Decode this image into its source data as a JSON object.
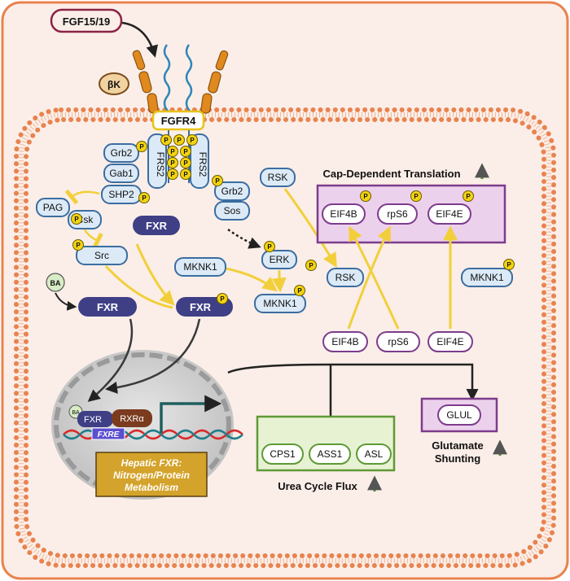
{
  "ligand": "FGF15/19",
  "klotho": "βK",
  "receptor": "FGFR4",
  "adaptors": {
    "grb2_left": "Grb2",
    "gab1": "Gab1",
    "shp2": "SHP2",
    "frs2_left": "FRS2",
    "frs2_right": "FRS2",
    "grb2_right": "Grb2",
    "sos": "Sos",
    "pag": "PAG",
    "csk": "Csk",
    "src": "Src"
  },
  "phospho": "P",
  "fxr": {
    "cyto": "FXR",
    "bound": "FXR",
    "phos": "FXR",
    "bile_acid": "BA"
  },
  "kinases": {
    "rsk_top": "RSK",
    "erk": "ERK",
    "rsk_active": "RSK",
    "mknk1_left": "MKNK1",
    "mknk1_active": "MKNK1",
    "mknk1_right": "MKNK1"
  },
  "translation": {
    "title": "Cap-Dependent Translation",
    "eif4b_p": "EIF4B",
    "rps6_p": "rpS6",
    "eif4e_p": "EIF4E",
    "eif4b": "EIF4B",
    "rps6": "rpS6",
    "eif4e": "EIF4E"
  },
  "nucleus": {
    "ba": "BA",
    "fxr": "FXR",
    "rxr": "RXRα",
    "fxre": "FXRE",
    "box_line1": "Hepatic FXR:",
    "box_line2": "Nitrogen/Protein",
    "box_line3": "Metabolism"
  },
  "urea": {
    "cps1": "CPS1",
    "ass1": "ASS1",
    "asl": "ASL",
    "title": "Urea Cycle Flux"
  },
  "glutamate": {
    "glul": "GLUL",
    "line1": "Glutamate",
    "line2": "Shunting"
  },
  "colors": {
    "cell_bg": "#fbeee8",
    "membrane": "#e8834f",
    "fxr": "#3f3f86",
    "phospho": "#f2d30f",
    "arrow_yellow": "#f2cf3a",
    "translation_box": "#ecd1ec",
    "translation_border": "#7d3c8c",
    "urea_box": "#e7f2d3",
    "urea_border": "#5f9a36",
    "metabolism_box": "#d4a32b",
    "up_arrow": "#4f8f2e"
  }
}
